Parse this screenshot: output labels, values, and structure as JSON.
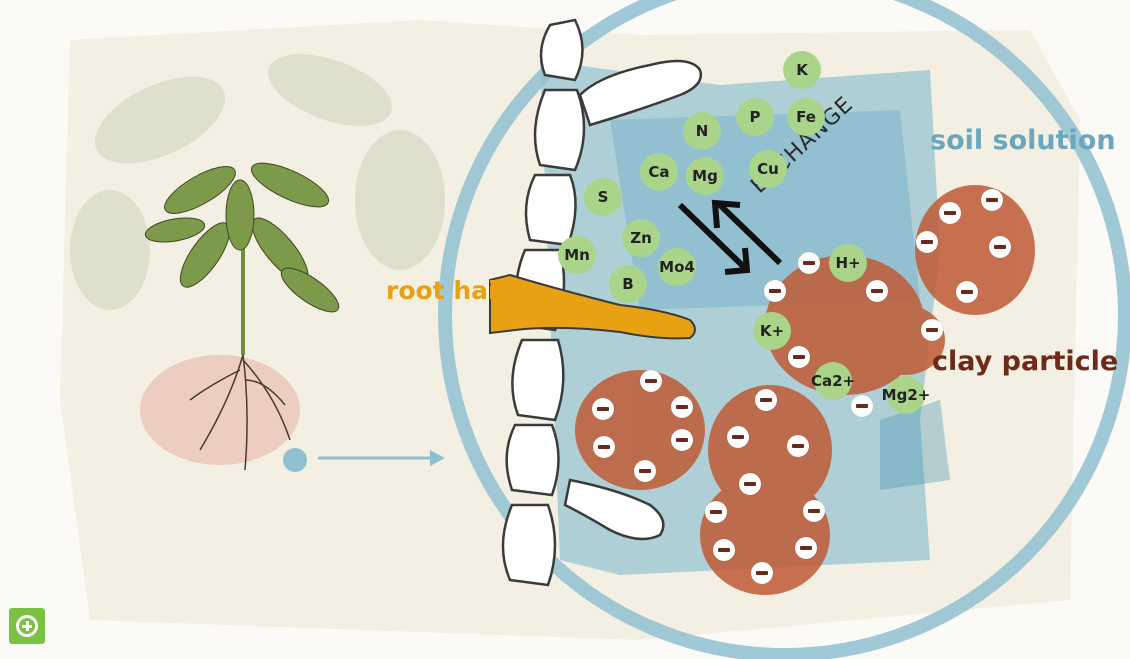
{
  "labels": {
    "soil_solution": "soil solution",
    "clay_particle": "clay particle",
    "root_hair": "root hair",
    "exchange": "EXCHANGE"
  },
  "nutrients": [
    "K",
    "P",
    "Fe",
    "N",
    "Ca",
    "Mg",
    "Cu",
    "S",
    "Zn",
    "Mn",
    "Mo4",
    "B"
  ],
  "adsorbed_ions": [
    "H+",
    "K+",
    "Ca2+",
    "Mg2+"
  ],
  "icons": {
    "zoom": "zoom-in-icon"
  },
  "colors": {
    "soil_solution": "#6aa7bf",
    "clay": "#c05a36",
    "root_hair": "#e9a114",
    "nutrient": "#a9d48a"
  }
}
